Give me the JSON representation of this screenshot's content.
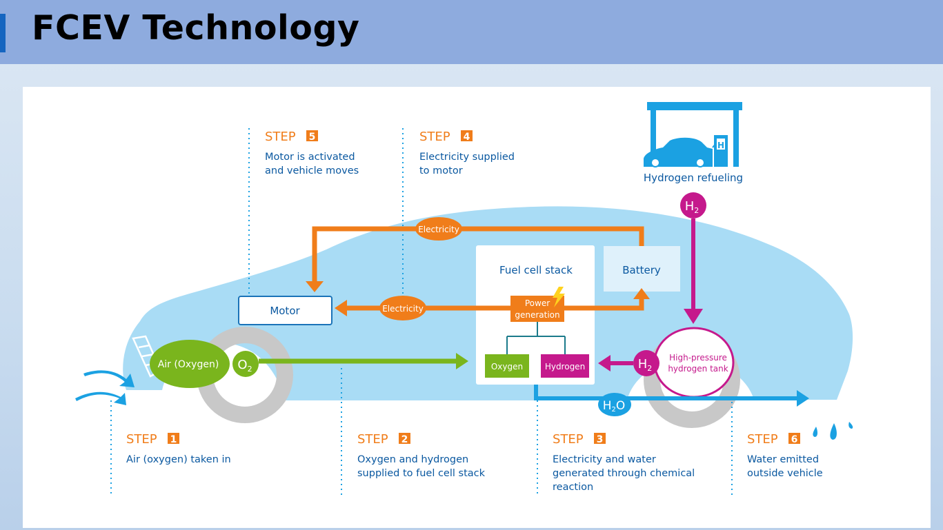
{
  "title": "FCEV Technology",
  "steps": [
    {
      "word": "STEP",
      "num": "1",
      "lines": [
        "Air (oxygen) taken in"
      ]
    },
    {
      "word": "STEP",
      "num": "2",
      "lines": [
        "Oxygen and hydrogen",
        "supplied to fuel cell stack"
      ]
    },
    {
      "word": "STEP",
      "num": "3",
      "lines": [
        "Electricity and water",
        "generated through chemical",
        "reaction"
      ]
    },
    {
      "word": "STEP",
      "num": "4",
      "lines": [
        "Electricity supplied",
        "to motor"
      ]
    },
    {
      "word": "STEP",
      "num": "5",
      "lines": [
        "Motor is activated",
        "and vehicle moves"
      ]
    },
    {
      "word": "STEP",
      "num": "6",
      "lines": [
        "Water emitted",
        "outside vehicle"
      ]
    }
  ],
  "components": {
    "motor": "Motor",
    "battery": "Battery",
    "fuel_cell_stack": "Fuel cell stack",
    "power_generation": [
      "Power",
      "generation"
    ],
    "oxygen": "Oxygen",
    "hydrogen": "Hydrogen",
    "air_oxygen": "Air (Oxygen)",
    "o2": "O",
    "o2_sub": "2",
    "h2": "H",
    "h2_sub": "2",
    "h2o_a": "H",
    "h2o_sub": "2",
    "h2o_b": "O",
    "tank": [
      "High-pressure",
      "hydrogen tank"
    ],
    "refueling": "Hydrogen refueling",
    "electricity_top": "Electricity",
    "electricity_mid": "Electricity",
    "station_h": "H"
  },
  "colors": {
    "header_bg": "#8eabde",
    "car_body": "#a9dcf5",
    "orange": "#f07d1a",
    "green": "#7ab51d",
    "magenta": "#c5198c",
    "blue": "#1ba1e2",
    "navy_text": "#0a58a0",
    "wheel": "#c8c8c8"
  }
}
